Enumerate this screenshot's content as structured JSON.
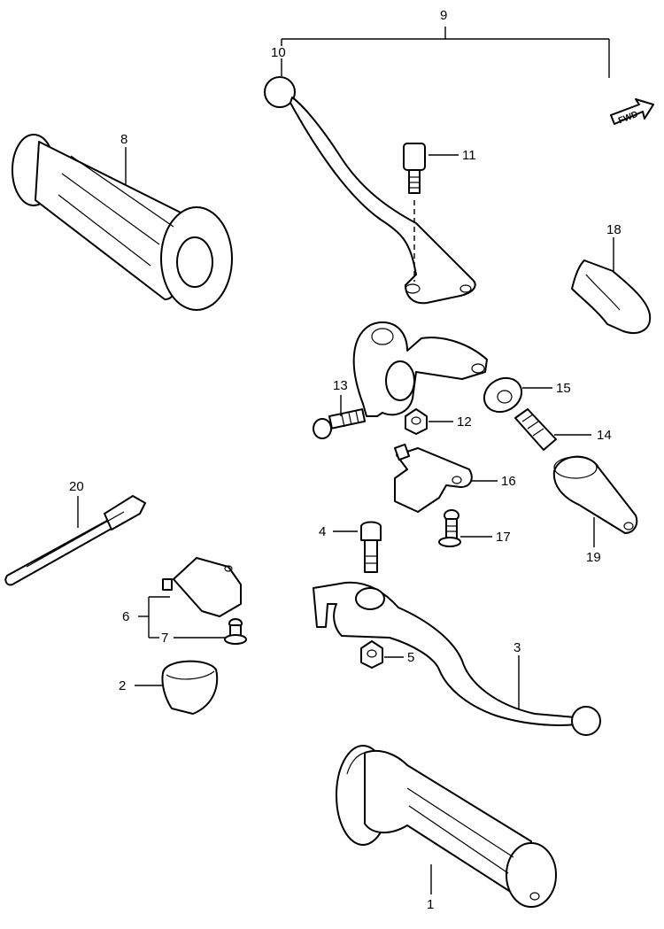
{
  "callouts": {
    "c1": "1",
    "c2": "2",
    "c3": "3",
    "c4": "4",
    "c5": "5",
    "c6": "6",
    "c7": "7",
    "c8": "8",
    "c9": "9",
    "c10": "10",
    "c11": "11",
    "c12": "12",
    "c13": "13",
    "c14": "14",
    "c15": "15",
    "c16": "16",
    "c17": "17",
    "c18": "18",
    "c19": "19",
    "c20": "20"
  },
  "direction_marker": {
    "label": "FWD",
    "icon": "forward-arrow-icon"
  },
  "colors": {
    "line": "#000000",
    "background": "#ffffff"
  }
}
